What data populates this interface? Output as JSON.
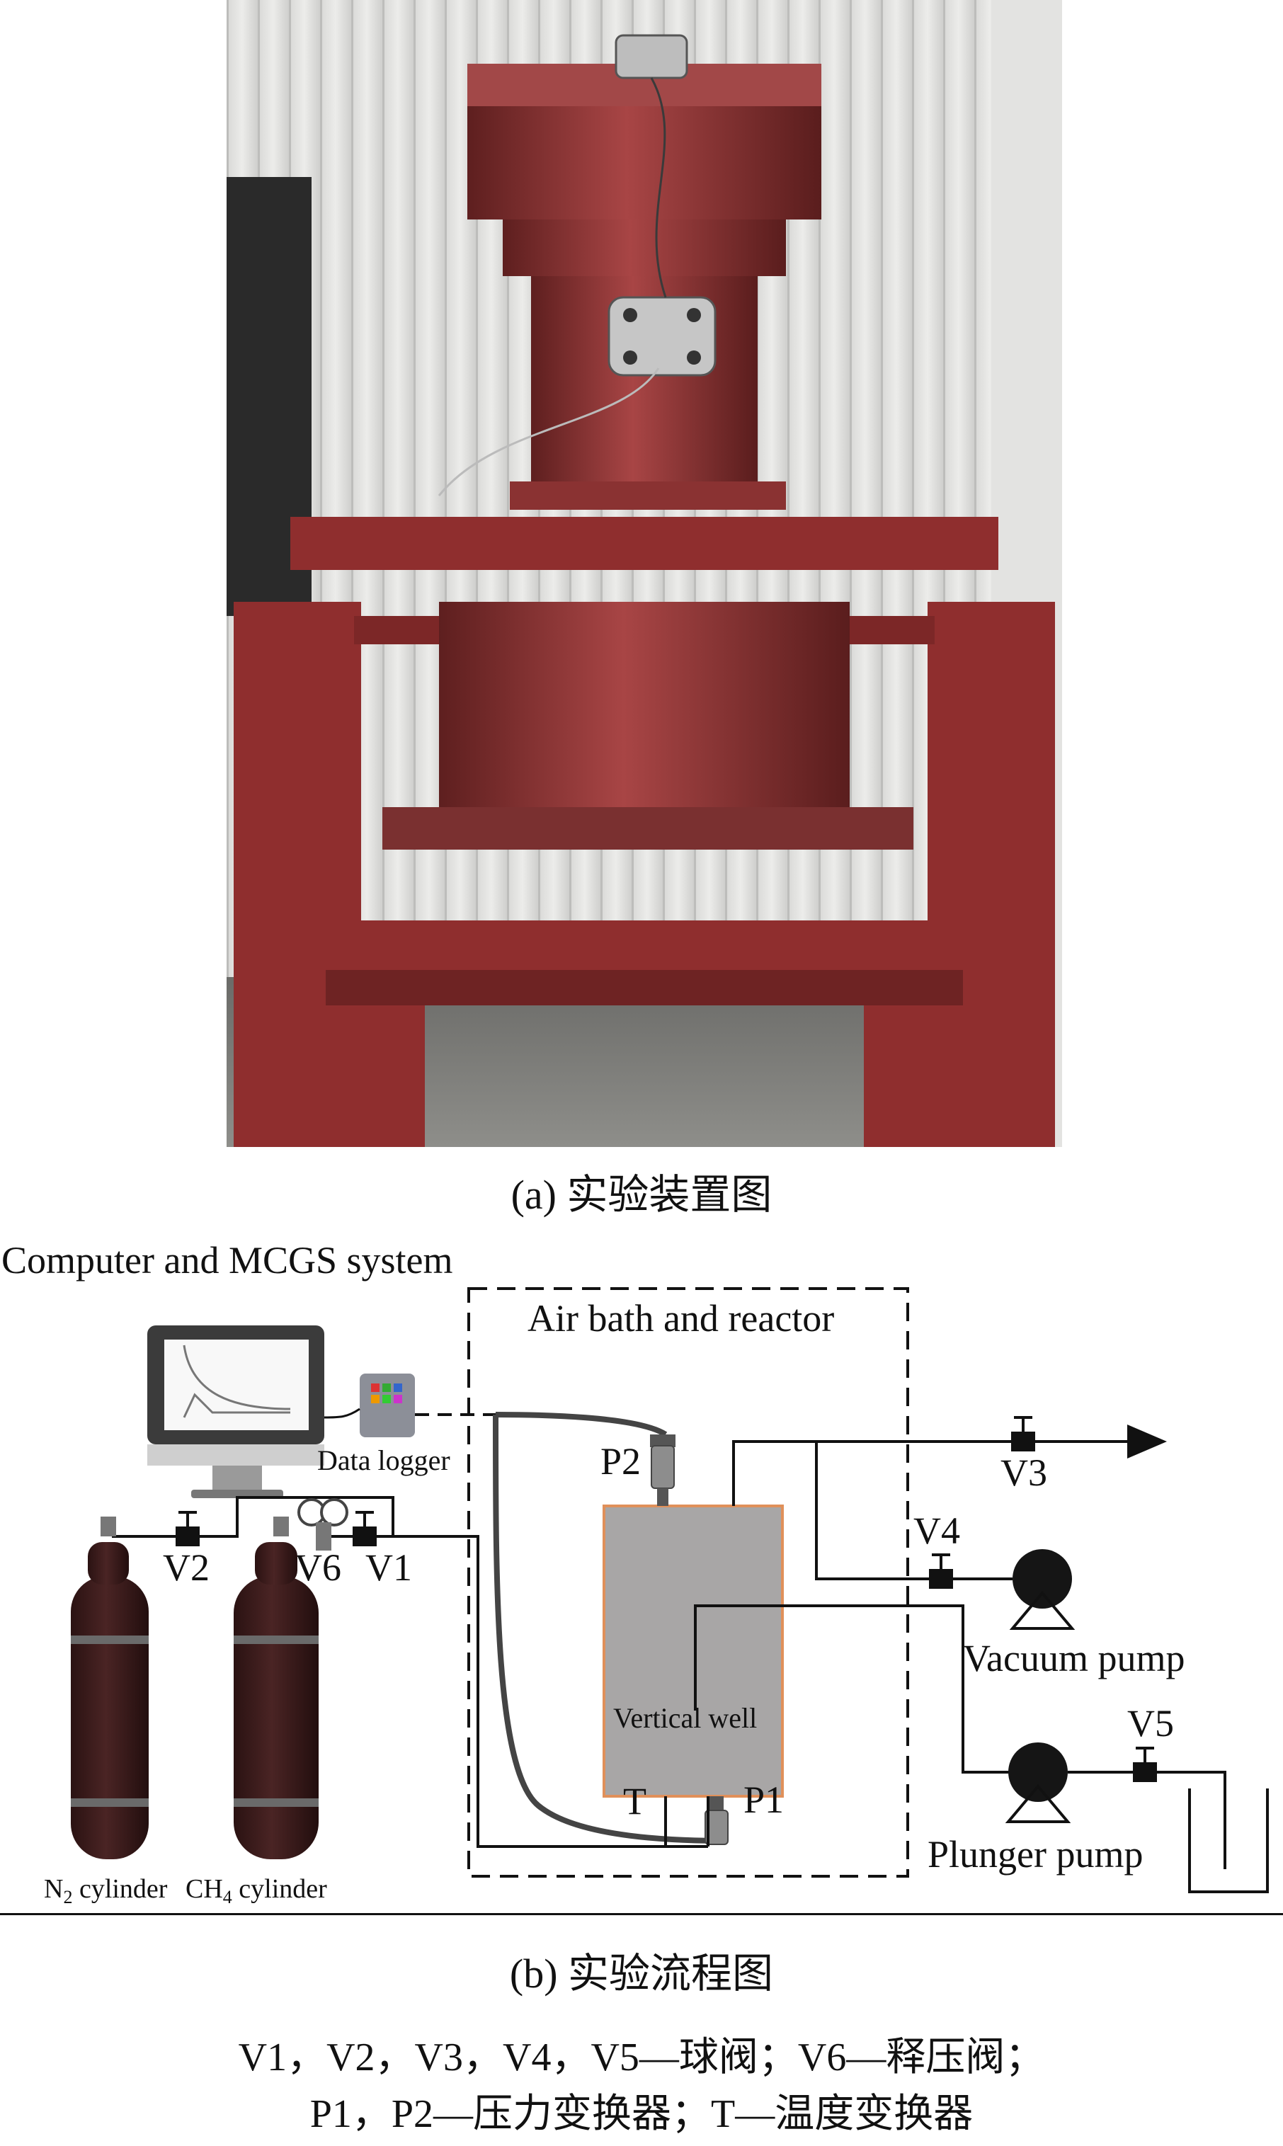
{
  "photo": {
    "caption": "(a) 实验装置图",
    "subject": "red steel reactor vessel on frame"
  },
  "diagram": {
    "title_computer": "Computer and MCGS system",
    "title_bath": "Air bath and reactor",
    "data_logger": "Data logger",
    "well": "Vertical well",
    "vacuum_pump": "Vacuum pump",
    "plunger_pump": "Plunger pump",
    "n2_label": "N",
    "n2_sub": "2",
    "n2_suffix": " cylinder",
    "ch4_label": "CH",
    "ch4_sub": "4",
    "ch4_suffix": " cylinder",
    "p1": "P1",
    "p2": "P2",
    "t": "T",
    "v1": "V1",
    "v2": "V2",
    "v3": "V3",
    "v4": "V4",
    "v5": "V5",
    "v6": "V6",
    "caption": "(b) 实验流程图"
  },
  "legend": {
    "line1": "V1，V2，V3，V4，V5—球阀；V6—释压阀；",
    "line2": "P1，P2—压力变换器；T—温度变换器"
  },
  "colors": {
    "frame_red": "#8f2e2e",
    "reactor_fill": "#a8a6a6",
    "reactor_border": "#e0905a",
    "cylinder": "#3b1e1e"
  }
}
